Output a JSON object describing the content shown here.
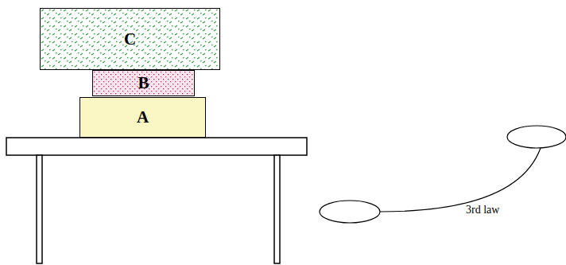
{
  "diagram": {
    "nodes": [
      {
        "text": [
          "C"
        ]
      },
      {
        "text": [
          "B"
        ]
      },
      {
        "text": [
          "A"
        ]
      }
    ],
    "labels": [
      "3rd law"
    ]
  }
}
